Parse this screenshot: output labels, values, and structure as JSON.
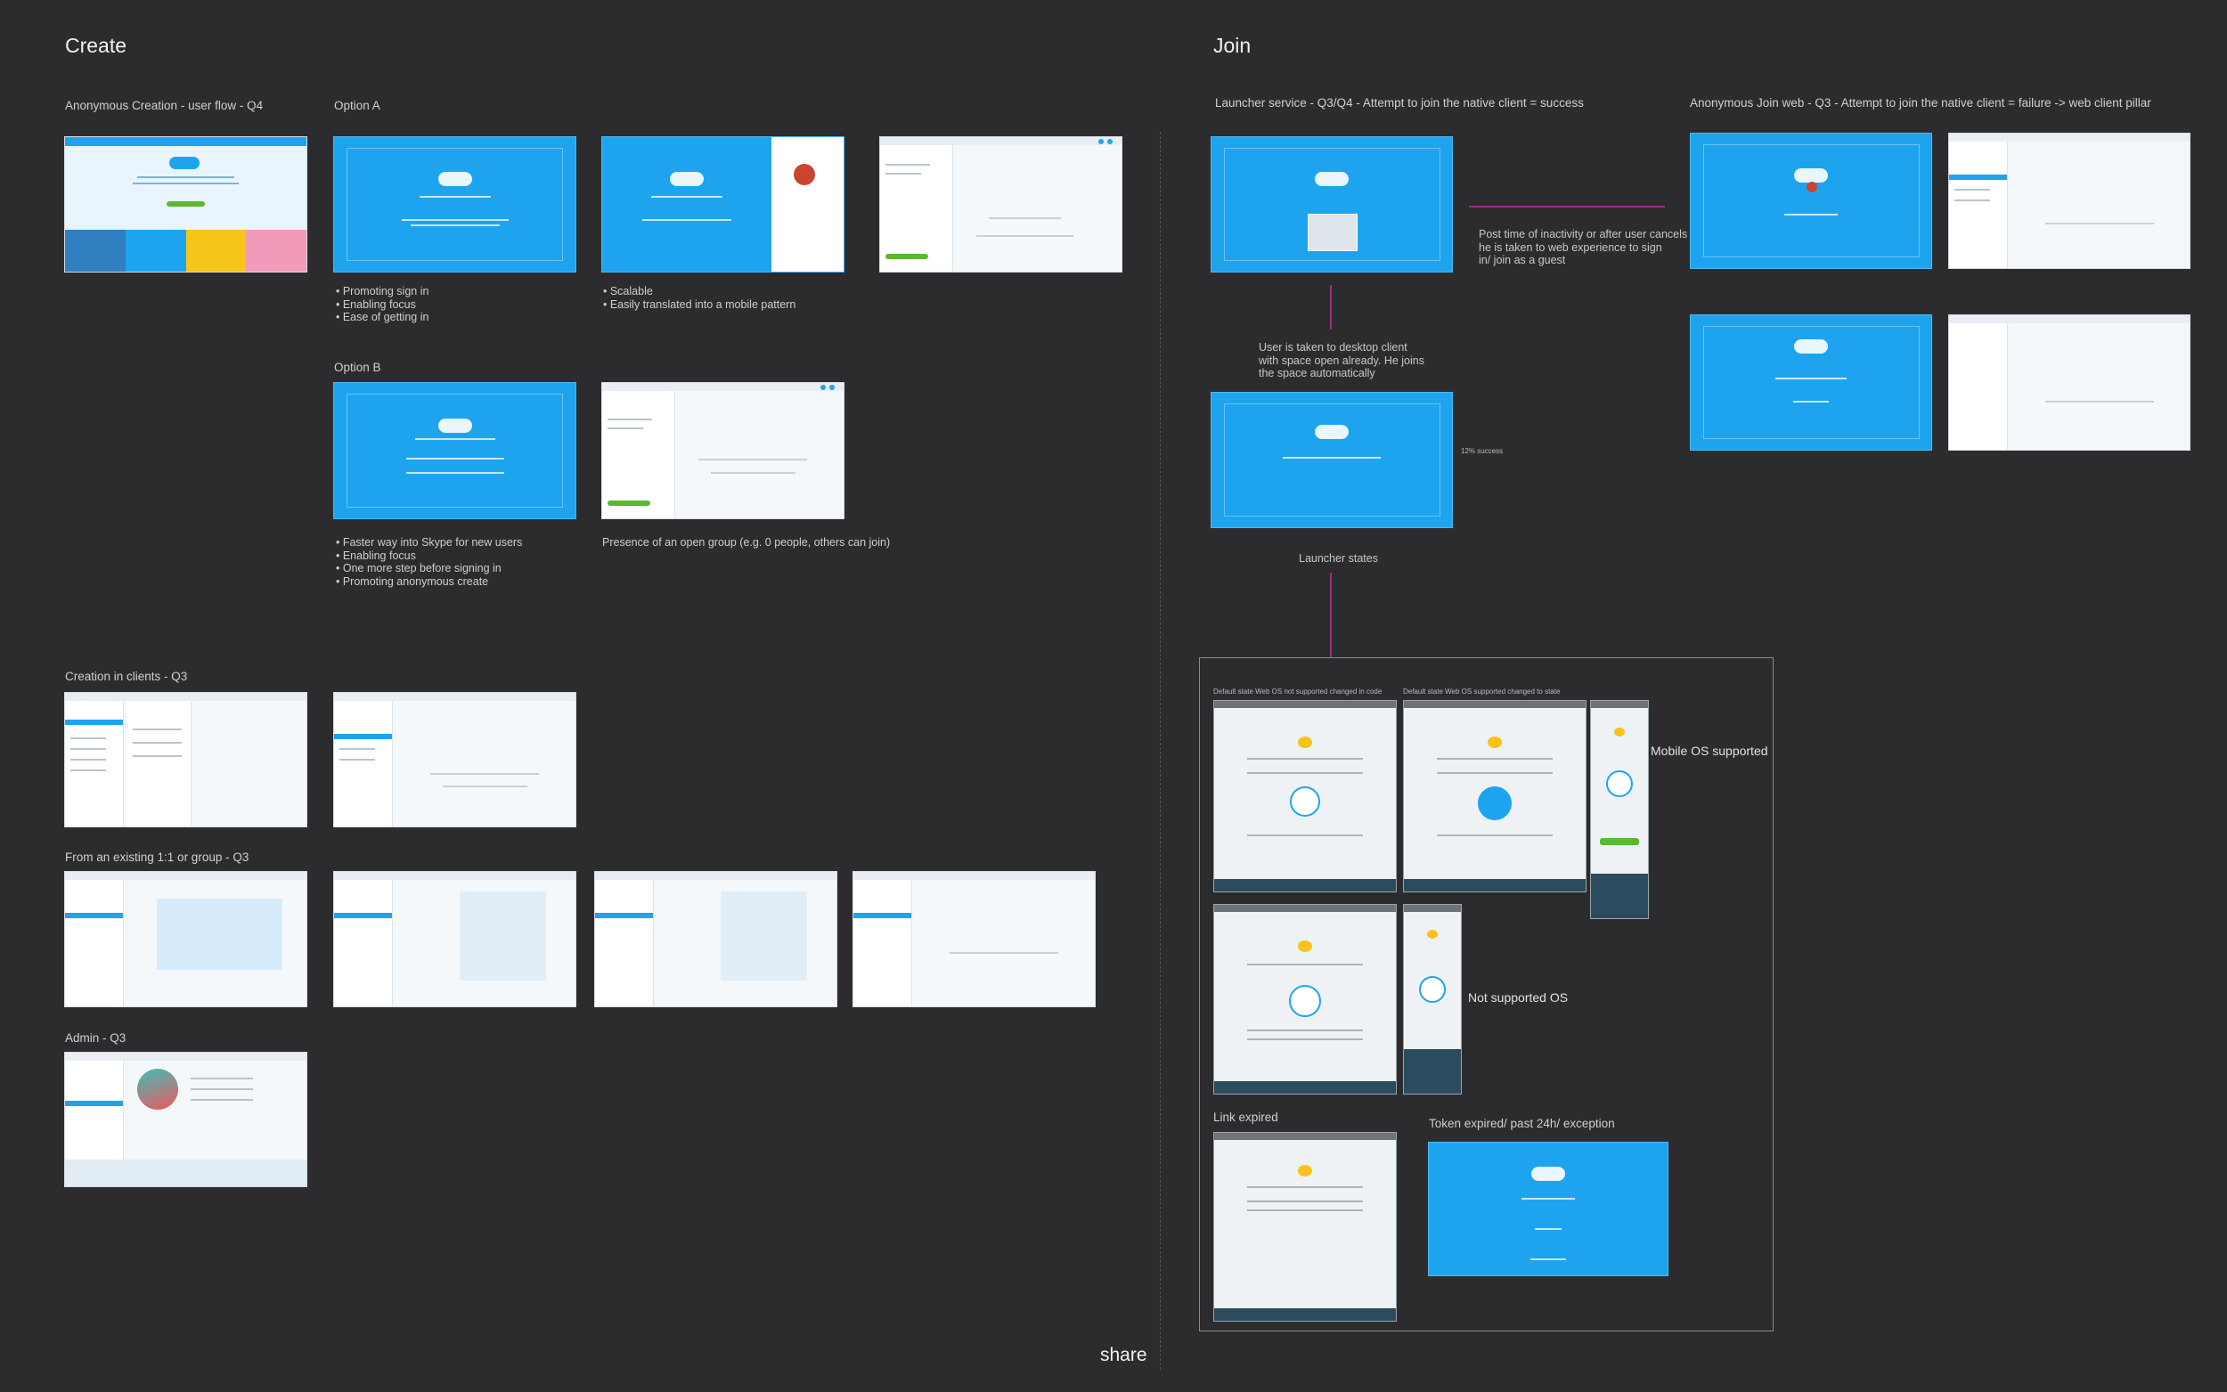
{
  "create": {
    "title": "Create",
    "anon_label": "Anonymous Creation - user flow - Q4",
    "option_a": "Option A",
    "option_a_bullets_1": "• Promoting sign in\n• Enabling focus\n• Ease of getting in",
    "option_a_bullets_2": "• Scalable\n• Easily translated into a mobile pattern",
    "option_b": "Option B",
    "option_b_bullets": "• Faster way into Skype for new users\n• Enabling focus\n• One more step before signing in\n• Promoting anonymous create",
    "option_b_note": "Presence of an open group (e.g. 0 people, others can join)",
    "creation_clients": "Creation in clients - Q3",
    "from_existing": "From an existing 1:1 or group - Q3",
    "admin": "Admin - Q3"
  },
  "join": {
    "title": "Join",
    "launcher_label": "Launcher service - Q3/Q4 - Attempt to join the native client = success",
    "anon_join_label": "Anonymous Join web - Q3 - Attempt to join the native client = failure -> web client pillar",
    "inactivity_note": "Post time of inactivity or after user cancels\nhe is taken to web experience to sign\nin/ join as a guest",
    "desktop_note": "User is taken to desktop client\nwith space open already. He joins\nthe space automatically",
    "success_tag": "12% success",
    "launcher_states": "Launcher states",
    "state_1": "Default state Web OS not supported changed in code",
    "state_2": "Default state Web OS supported changed to state",
    "mobile_supported": "Mobile OS supported",
    "not_supported": "Not supported OS",
    "link_expired": "Link expired",
    "token_expired": "Token expired/ past 24h/ exception"
  },
  "footer": {
    "share": "share"
  },
  "colors": {
    "background": "#2c2c2e",
    "skype_blue": "#1ea4ef",
    "connector": "#9a2f86",
    "accent_green": "#5bb82f"
  }
}
